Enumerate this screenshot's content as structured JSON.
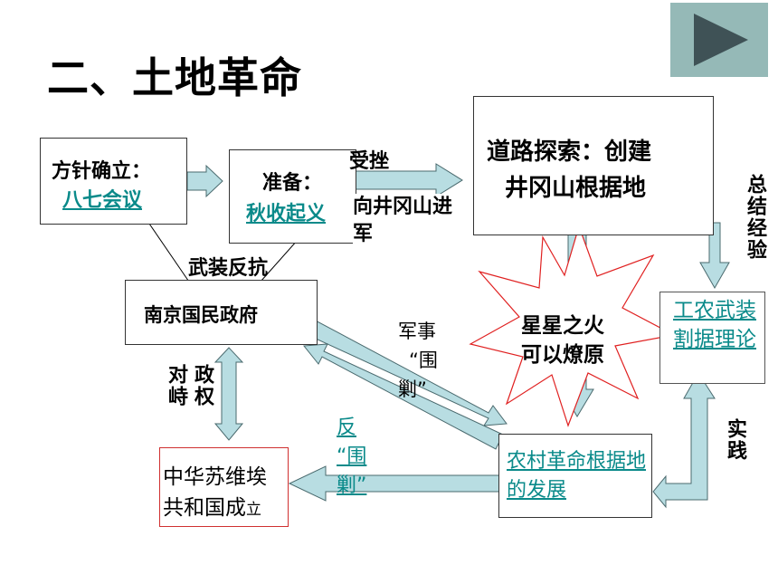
{
  "title": "二、土地革命",
  "play_button": "play",
  "nodes": {
    "policy": {
      "label": "方针确立：",
      "link": "八七会议"
    },
    "prep": {
      "label": "准备：",
      "link": "秋收起义"
    },
    "road": {
      "line1": "道路探索：创建",
      "line2": "井冈山根据地"
    },
    "nanjing": {
      "label": "南京国民政府"
    },
    "spark": {
      "line1": "星星之火",
      "line2": "可以燎原"
    },
    "theory": {
      "link": "工农武装割据理论"
    },
    "rural": {
      "link": "农村革命根据地的发展"
    },
    "soviet": {
      "line1": "中华苏维埃",
      "line2": "共和国成",
      "small": "立"
    }
  },
  "edge_labels": {
    "setback": "受挫",
    "to_jinggang": "向井冈山进军",
    "armed_resistance": "武装反抗",
    "summary": "总结经验",
    "practice": "实践",
    "confront": "对峙",
    "regime": "政权",
    "military": "军事",
    "encircle1": "“围",
    "encircle2": "剿”",
    "counter": "反",
    "counter_encircle1": "“围",
    "counter_encircle2": "剿”"
  },
  "colors": {
    "arrow_fill": "#b8dde2",
    "arrow_stroke": "#4a6a6e",
    "link": "#0a8a8a",
    "spark": "#e02020",
    "soviet_border": "#d03030"
  }
}
